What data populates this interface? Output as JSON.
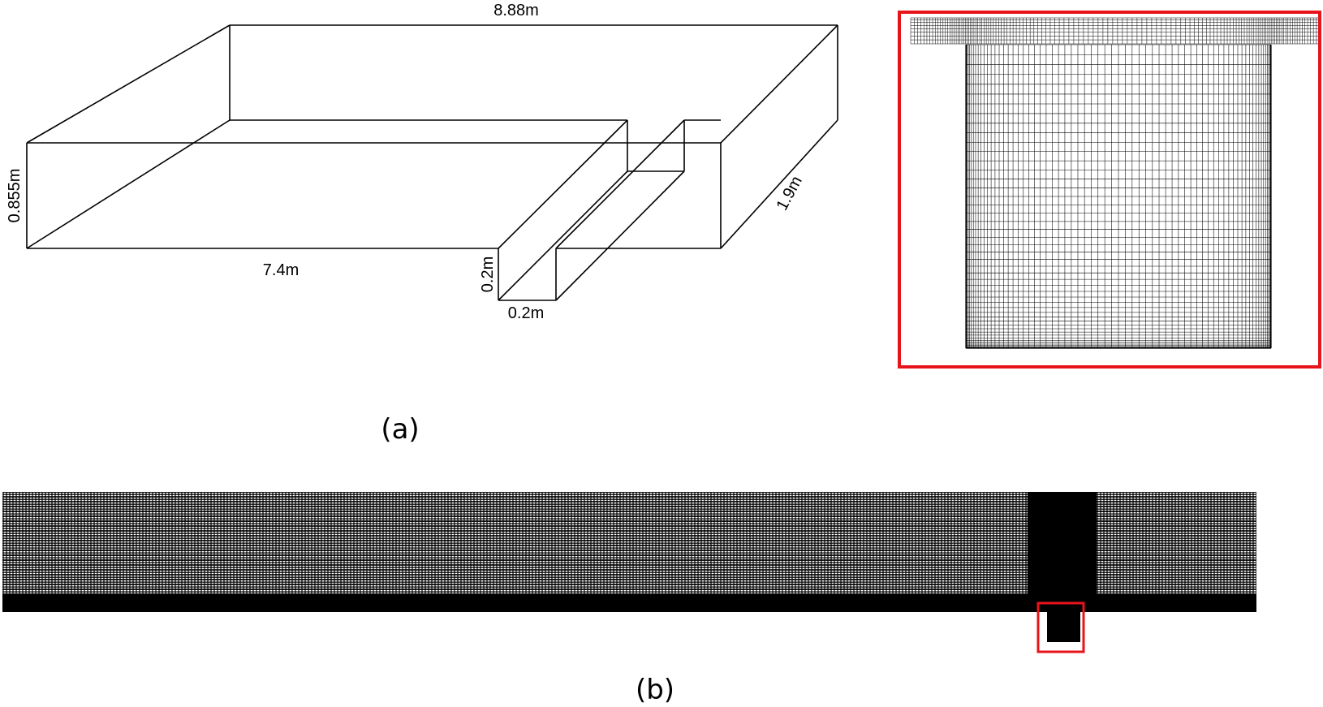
{
  "figure": {
    "panel_a": {
      "label": "(a)",
      "dimensions": {
        "length_total": "8.88m",
        "height": "0.855m",
        "length_upstream": "7.4m",
        "width": "1.9m",
        "slot_depth": "0.2m",
        "slot_width": "0.2m"
      }
    },
    "panel_b": {
      "label": "(b)"
    },
    "colors": {
      "highlight": "#e8141b",
      "line": "#000000",
      "background": "#ffffff"
    }
  }
}
